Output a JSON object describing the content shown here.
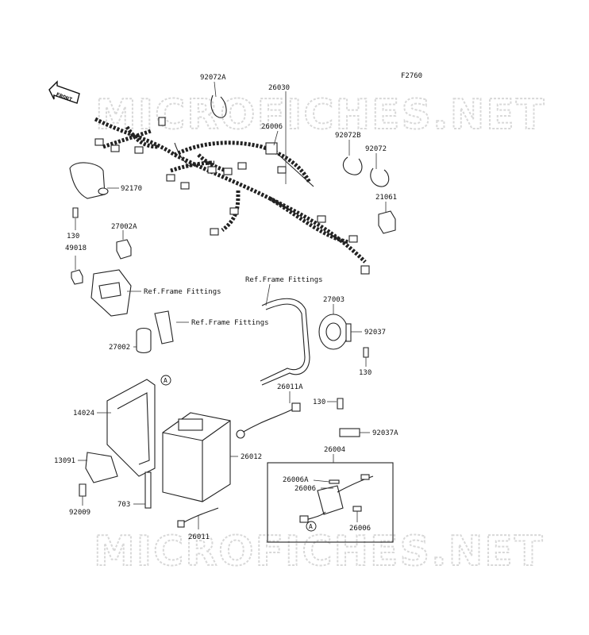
{
  "figure_id": "F2760",
  "watermark": "MICROFICHES.NET",
  "front_label": "FRONT",
  "callouts": [
    {
      "id": "p92072A",
      "text": "92072A"
    },
    {
      "id": "p26030",
      "text": "26030"
    },
    {
      "id": "p26006a",
      "text": "26006"
    },
    {
      "id": "p92072B",
      "text": "92072B"
    },
    {
      "id": "p92072",
      "text": "92072"
    },
    {
      "id": "p92170",
      "text": "92170"
    },
    {
      "id": "p21061",
      "text": "21061"
    },
    {
      "id": "p130a",
      "text": "130"
    },
    {
      "id": "p49018",
      "text": "49018"
    },
    {
      "id": "p27002A",
      "text": "27002A"
    },
    {
      "id": "pRefFrame1",
      "text": "Ref.Frame Fittings"
    },
    {
      "id": "pRefFrame2",
      "text": "Ref.Frame Fittings"
    },
    {
      "id": "pRefFrame3",
      "text": "Ref.Frame Fittings"
    },
    {
      "id": "p27003",
      "text": "27003"
    },
    {
      "id": "p92037",
      "text": "92037"
    },
    {
      "id": "p130b",
      "text": "130"
    },
    {
      "id": "p27002",
      "text": "27002"
    },
    {
      "id": "p26011A",
      "text": "26011A"
    },
    {
      "id": "p130c",
      "text": "130"
    },
    {
      "id": "p92037A",
      "text": "92037A"
    },
    {
      "id": "p14024",
      "text": "14024"
    },
    {
      "id": "p26012",
      "text": "26012"
    },
    {
      "id": "p26004",
      "text": "26004"
    },
    {
      "id": "p13091",
      "text": "13091"
    },
    {
      "id": "p26006A",
      "text": "26006A"
    },
    {
      "id": "p26006b",
      "text": "26006"
    },
    {
      "id": "p703",
      "text": "703"
    },
    {
      "id": "p92009",
      "text": "92009"
    },
    {
      "id": "p26006c",
      "text": "26006"
    },
    {
      "id": "p26011",
      "text": "26011"
    }
  ],
  "markers": [
    {
      "id": "mA1",
      "text": "A"
    },
    {
      "id": "mA2",
      "text": "A"
    }
  ]
}
